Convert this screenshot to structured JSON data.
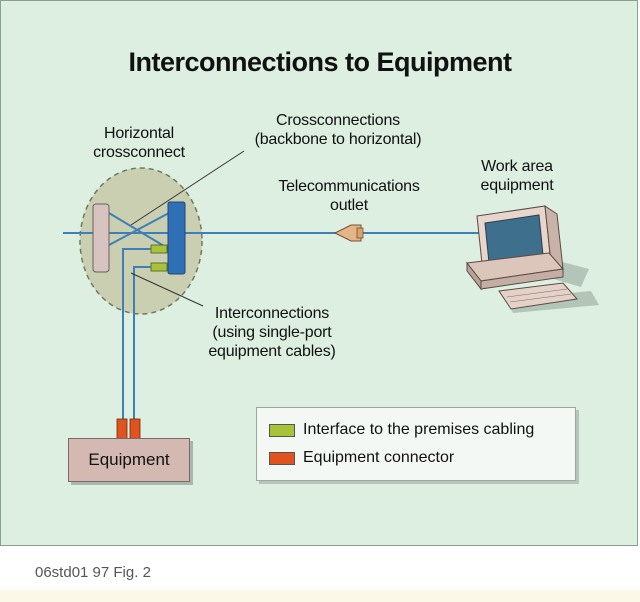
{
  "title": "Interconnections to Equipment",
  "labels": {
    "horizontal_crossconnect": [
      "Horizontal",
      "crossconnect"
    ],
    "crossconnections": [
      "Crossconnections",
      "(backbone to horizontal)"
    ],
    "telecom_outlet": [
      "Telecommunications",
      "outlet"
    ],
    "work_area": [
      "Work area",
      "equipment"
    ],
    "interconnections": [
      "Interconnections",
      "(using single-port",
      "equipment cables)"
    ],
    "equipment": "Equipment"
  },
  "legend": {
    "items": [
      {
        "label": "Interface to the premises cabling",
        "color": "#a8c23a"
      },
      {
        "label": "Equipment connector",
        "color": "#e0531f"
      }
    ]
  },
  "caption": "06std01 97 Fig. 2",
  "colors": {
    "background": "#dcefe0",
    "cable": "#3f7fb8",
    "crossconnect_block": "#2f6fb5",
    "backbone_block": "#d7c4c0",
    "ellipse_fill": "#c9cfb0",
    "interface": "#a8c23a",
    "connector": "#e0531f"
  }
}
